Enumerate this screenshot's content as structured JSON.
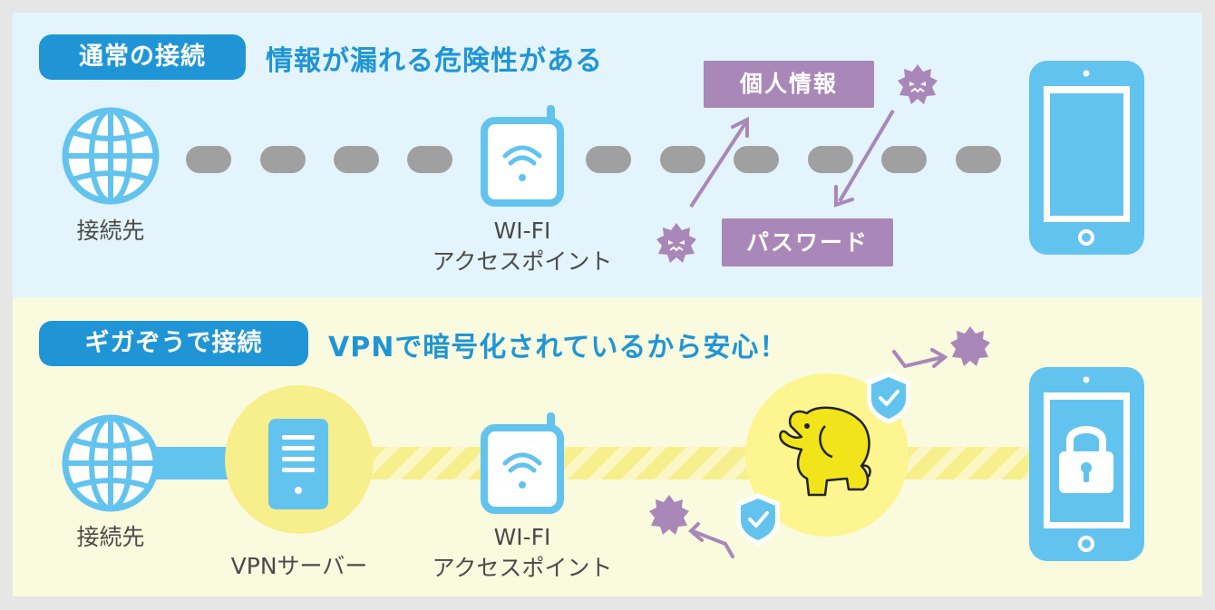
{
  "normal": {
    "badge": "通常の接続",
    "headline": "情報が漏れる危険性がある",
    "destination_label": "接続先",
    "ap_label_line1": "WI-FI",
    "ap_label_line2": "アクセスポイント",
    "leak_tag_1": "個人情報",
    "leak_tag_2": "パスワード"
  },
  "gigaso": {
    "badge": "ギガぞうで接続",
    "headline": "VPNで暗号化されているから安心！",
    "destination_label": "接続先",
    "vpn_label": "VPNサーバー",
    "ap_label_line1": "WI-FI",
    "ap_label_line2": "アクセスポイント"
  },
  "colors": {
    "accent_blue": "#1f95d6",
    "icon_blue": "#63c3ef",
    "leak_purple": "#a987b8",
    "dash_gray": "#a0a0a0",
    "tunnel_yellow": "#f7ee8c"
  },
  "icons": [
    "globe-icon",
    "wifi-router-icon",
    "smartphone-icon",
    "virus-icon",
    "vpn-server-icon",
    "shield-check-icon",
    "elephant-mascot-icon",
    "padlock-icon"
  ]
}
